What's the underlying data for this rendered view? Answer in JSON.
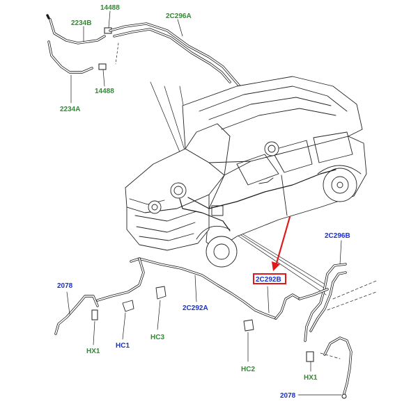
{
  "labels": {
    "l14488_top": "14488",
    "l2234B": "2234B",
    "l2C296A": "2C296A",
    "l14488_bot": "14488",
    "l2234A": "2234A",
    "l2C296B": "2C296B",
    "l2C292B": "2C292B",
    "l2078_left": "2078",
    "l2C292A": "2C292A",
    "lHX1_left": "HX1",
    "lHC1": "HC1",
    "lHC3": "HC3",
    "lHC2": "HC2",
    "lHX1_right": "HX1",
    "l2078_right": "2078"
  },
  "colors": {
    "green_label": "#2e8b2e",
    "blue_label": "#1a2fd0",
    "highlight": "#e01818"
  }
}
